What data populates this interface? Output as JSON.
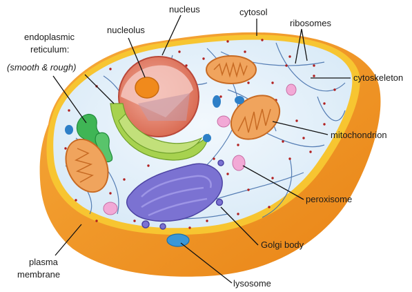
{
  "labels": {
    "nucleus": "nucleus",
    "nucleolus": "nucleolus",
    "cytosol": "cytosol",
    "ribosomes": "ribosomes",
    "er_line1": "endoplasmic",
    "er_line2": "reticulum:",
    "er_line3": "(smooth & rough)",
    "cytoskeleton": "cytoskeleton",
    "mitochondrion": "mitochondrion",
    "peroxisome": "peroxisome",
    "golgi": "Golgi body",
    "lysosome": "lysosome",
    "plasma_line1": "plasma",
    "plasma_line2": "membrane"
  },
  "colors": {
    "membrane_outer": "#f39b2a",
    "membrane_rim": "#f7c531",
    "cytosol": "#e9f3fb",
    "nucleus": "#e5876f",
    "nucleolus": "#f08a1c",
    "rough_er": "#a7d24f",
    "smooth_er": "#3fb555",
    "golgi": "#7b72d2",
    "mitochondrion": "#f0a45d",
    "peroxisome": "#f2a9d6",
    "lysosome": "#3a97d8",
    "ribosome": "#b11f1f",
    "cytoskeleton": "#3d6aa8"
  }
}
